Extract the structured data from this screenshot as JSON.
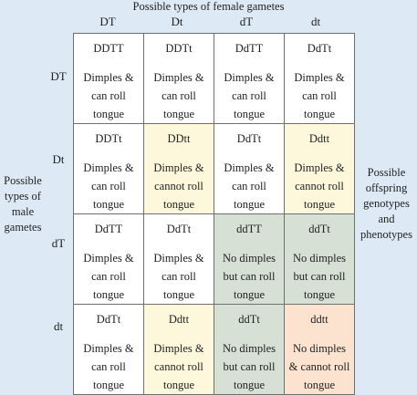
{
  "title": "Possible types of female gametes",
  "female_gametes": [
    "DT",
    "Dt",
    "dT",
    "dt"
  ],
  "male_gametes": [
    "DT",
    "Dt",
    "dT",
    "dt"
  ],
  "left_label": [
    "Possible",
    "types of",
    "male",
    "gametes"
  ],
  "right_label": [
    "Possible",
    "offspring",
    "genotypes",
    "and",
    "phenotypes"
  ],
  "phenotype_colors": {
    "dimples_roll": "#ffffff",
    "dimples_no_roll": "#fdf8dc",
    "no_dimples_roll": "#d6e0d5",
    "no_dimples_no_roll": "#fce3cf"
  },
  "grid": [
    [
      {
        "genotype": "DDTT",
        "phenotype": [
          "Dimples &",
          "can roll",
          "tongue"
        ],
        "type": "dimples_roll"
      },
      {
        "genotype": "DDTt",
        "phenotype": [
          "Dimples &",
          "can roll",
          "tongue"
        ],
        "type": "dimples_roll"
      },
      {
        "genotype": "DdTT",
        "phenotype": [
          "Dimples &",
          "can roll",
          "tongue"
        ],
        "type": "dimples_roll"
      },
      {
        "genotype": "DdTt",
        "phenotype": [
          "Dimples &",
          "can roll",
          "tongue"
        ],
        "type": "dimples_roll"
      }
    ],
    [
      {
        "genotype": "DDTt",
        "phenotype": [
          "Dimples &",
          "can roll",
          "tongue"
        ],
        "type": "dimples_roll"
      },
      {
        "genotype": "DDtt",
        "phenotype": [
          "Dimples &",
          "cannot roll",
          "tongue"
        ],
        "type": "dimples_no_roll"
      },
      {
        "genotype": "DdTt",
        "phenotype": [
          "Dimples &",
          "can roll",
          "tongue"
        ],
        "type": "dimples_roll"
      },
      {
        "genotype": "Ddtt",
        "phenotype": [
          "Dimples &",
          "cannot roll",
          "tongue"
        ],
        "type": "dimples_no_roll"
      }
    ],
    [
      {
        "genotype": "DdTT",
        "phenotype": [
          "Dimples &",
          "can roll",
          "tongue"
        ],
        "type": "dimples_roll"
      },
      {
        "genotype": "DdTt",
        "phenotype": [
          "Dimples &",
          "can roll",
          "tongue"
        ],
        "type": "dimples_roll"
      },
      {
        "genotype": "ddTT",
        "phenotype": [
          "No dimples",
          "but can roll",
          "tongue"
        ],
        "type": "no_dimples_roll"
      },
      {
        "genotype": "ddTt",
        "phenotype": [
          "No dimples",
          "but can roll",
          "tongue"
        ],
        "type": "no_dimples_roll"
      }
    ],
    [
      {
        "genotype": "DdTt",
        "phenotype": [
          "Dimples &",
          "can roll",
          "tongue"
        ],
        "type": "dimples_roll"
      },
      {
        "genotype": "Ddtt",
        "phenotype": [
          "Dimples &",
          "cannot roll",
          "tongue"
        ],
        "type": "dimples_no_roll"
      },
      {
        "genotype": "ddTt",
        "phenotype": [
          "No dimples",
          "but can roll",
          "tongue"
        ],
        "type": "no_dimples_roll"
      },
      {
        "genotype": "ddtt",
        "phenotype": [
          "No dimples",
          "& cannot roll",
          "tongue"
        ],
        "type": "no_dimples_no_roll"
      }
    ]
  ]
}
